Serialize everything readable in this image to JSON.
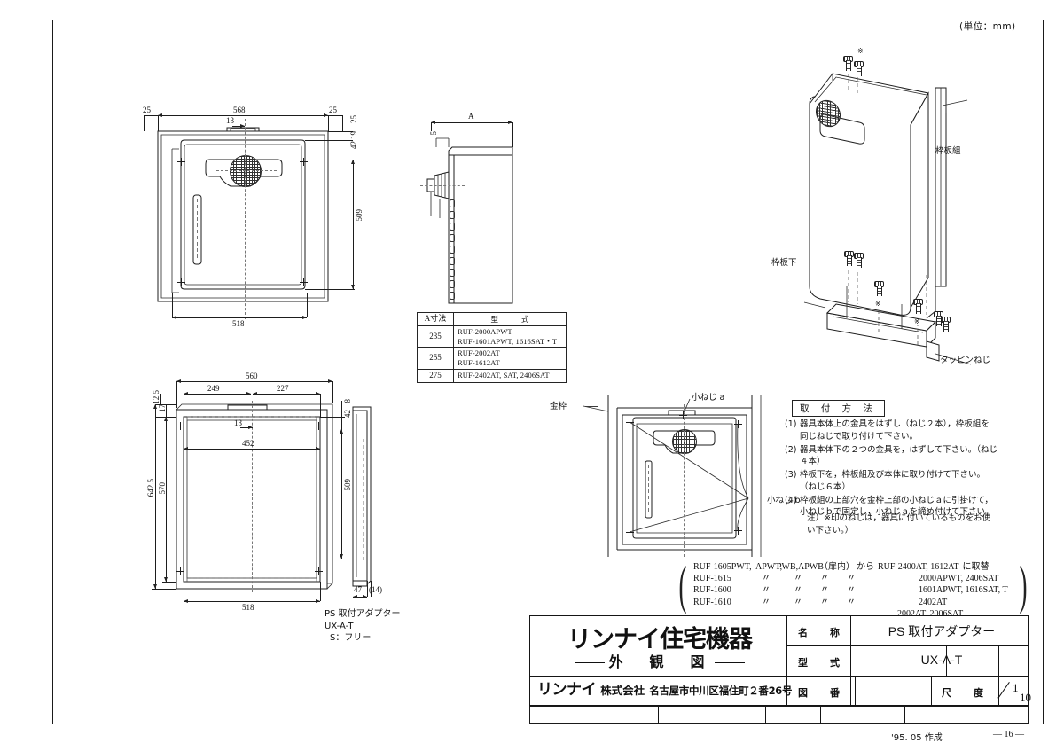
{
  "document": {
    "unit_note": "(単位：mm)",
    "footer_date": "'95. 05 作成",
    "page_number": "— 16 —"
  },
  "views": {
    "front_top": {
      "dims": {
        "left_edge": "25",
        "overall_width": "568",
        "right_edge": "25",
        "center_offset": "13",
        "right_25": "25",
        "right_19": "19",
        "right_42": "42",
        "height_509": "509",
        "bottom_width": "518"
      }
    },
    "side_top": {
      "dim_A": "A",
      "dim_5": "5"
    },
    "front_bottom": {
      "dims": {
        "overall_width": "560",
        "left_249": "249",
        "right_227": "227",
        "top_12_5": "12.5",
        "top_17": "17",
        "right_8": "8",
        "right_42": "42",
        "center_13": "13",
        "inner_452": "452",
        "height_509": "509",
        "height_570": "570",
        "height_642_5": "642.5",
        "bottom_width": "518"
      },
      "side_dims": {
        "d47": "47",
        "d14": "(14)"
      },
      "caption": [
        "PS 取付アダプター",
        "UX-A-T",
        "S：フリー"
      ]
    },
    "detail_mid": {
      "labels": {
        "kanewaku": "金枠",
        "konejia": "小ねじ a",
        "konejib": "小ねじ b"
      }
    },
    "isometric": {
      "labels": {
        "wakuita_kumi": "枠板組",
        "wakuita_shita": "枠板下",
        "tapping_screw": "タッピンねじ",
        "mark_star1": "※",
        "mark_star2": "※",
        "mark_star3": "※"
      }
    }
  },
  "a_dim_table": {
    "headers": [
      "A寸法",
      "型　　　式"
    ],
    "rows": [
      {
        "a": "235",
        "models": [
          "RUF-2000APWT",
          "RUF-1601APWT, 1616SAT・T"
        ]
      },
      {
        "a": "255",
        "models": [
          "RUF-2002AT",
          "RUF-1612AT"
        ]
      },
      {
        "a": "275",
        "models": [
          "RUF-2402AT, SAT, 2406SAT"
        ]
      }
    ]
  },
  "method": {
    "heading": "取 付 方 法",
    "items": [
      {
        "no": "(1)",
        "text": "器具本体上の金具をはずし（ねじ２本），枠板組を同じねじで取り付けて下さい。"
      },
      {
        "no": "(2)",
        "text": "器具本体下の２つの金具を，はずして下さい。（ねじ４本）"
      },
      {
        "no": "(3)",
        "text": "枠板下を，枠板組及び本体に取り付けて下さい。（ねじ６本）"
      },
      {
        "no": "(4)",
        "text": "枠板組の上部穴を金枠上部の小ねじａに引掛けて，小ねじｂで固定し，小ねじａを締め付けて下さい。"
      }
    ],
    "note": "注）※印のねじは，器具に付いているものをお使い下さい。）"
  },
  "replacement": {
    "rows": [
      {
        "model": "RUF-1605PWT,",
        "cols": [
          "APWT,",
          "PWB,",
          "APWB",
          "（扉内）"
        ],
        "connector": "から",
        "target": "RUF-2400AT, 1612AT",
        "suffix": "に取替"
      },
      {
        "model": "RUF-1615",
        "cols": [
          "〃",
          "〃",
          "〃",
          "〃"
        ],
        "connector": "",
        "target": "2000APWT, 2406SAT",
        "suffix": ""
      },
      {
        "model": "RUF-1600",
        "cols": [
          "〃",
          "〃",
          "〃",
          "〃"
        ],
        "connector": "",
        "target": "1601APWT, 1616SAT, T",
        "suffix": ""
      },
      {
        "model": "RUF-1610",
        "cols": [
          "〃",
          "〃",
          "〃",
          "〃"
        ],
        "connector": "",
        "target": "2402AT",
        "suffix": ""
      },
      {
        "model": "",
        "cols": [
          "",
          "",
          "",
          ""
        ],
        "connector": "",
        "target": "2002AT, 2006SAT",
        "suffix": ""
      }
    ]
  },
  "title_block": {
    "brand_main": "リンナイ住宅機器",
    "brand_sub": "外　観　図",
    "company_logo": "リンナイ",
    "company_type": "株式会社",
    "company_address": "名古屋市中川区福住町２番26号",
    "fields": [
      {
        "label": "名　称",
        "value": "PS 取付アダプター"
      },
      {
        "label": "型　式",
        "value": "UX-A-T"
      },
      {
        "label": "図　番",
        "value": ""
      }
    ],
    "scale_label": "尺　度",
    "scale_num": "1",
    "scale_den": "10"
  }
}
